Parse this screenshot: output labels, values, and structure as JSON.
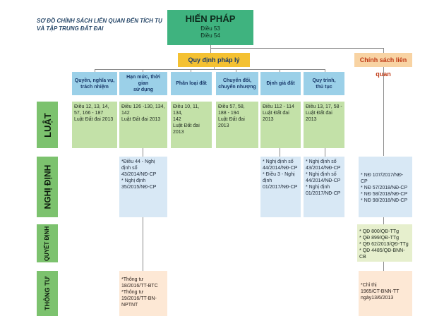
{
  "title": "SƠ ĐỒ CHÍNH SÁCH LIÊN QUAN ĐẾN TÍCH TỤ\nVÀ TẬP TRUNG ĐẤT ĐAI",
  "root": {
    "title": "HIẾN PHÁP",
    "lines": "Điều 53\nĐiều 54"
  },
  "level1": {
    "left": "Quy định pháp lý",
    "right": "Chính sách liên quan"
  },
  "categories": [
    "Quyền, nghĩa vụ,\ntrách nhiệm",
    "Hạn mức, thời gian\nsử dụng",
    "Phân loại đất",
    "Chuyển đổi,\nchuyển nhượng",
    "Định giá đất",
    "Quy trình,\nthủ tục"
  ],
  "rows": {
    "luat": "LUẬT",
    "nghi_dinh": "NGHỊ ĐỊNH",
    "quyet_dinh": "QUYẾT ĐỊNH",
    "thong_tu": "THÔNG TƯ"
  },
  "luat": [
    "Điều 12, 13, 14,\n57, 166 - 187\nLuật Đất đai 2013",
    "Điều 126 -130, 134,\n142\nLuật Đất đai 2013",
    "Điều 10, 11, 134,\n142\nLuật Đất đai 2013",
    "Điều 57, 58,\n188 - 194\nLuật Đất đai 2013",
    "Điều 112 - 114\nLuật Đất đai 2013",
    "Điều 13, 17, 58 -\nLuật Đất đai\n2013"
  ],
  "nghi_dinh": {
    "han_muc": "*Điều 44 - Nghị\nđịnh số\n43/2014/NĐ-CP\n* Nghị định\n35/2015/NĐ-CP",
    "dinh_gia": "* Nghị định số\n44/2014/NĐ-CP\n* Điều 3 - Nghị\nđịnh\n01/2017/NĐ-CP",
    "quy_trinh": "* Nghị định số\n43/2014/NĐ-CP\n* Nghị định số\n44/2014/NĐ-CP\n* Nghị định\n01/2017/NĐ-CP",
    "chinh_sach": "* NĐ 107/2017/NĐ-CP\n* NĐ 57/2018/NĐ-CP\n* NĐ 58/2018/NĐ-CP\n* NĐ 98/2018/NĐ-CP"
  },
  "quyet_dinh": {
    "chinh_sach": "* QĐ 800/QĐ-TTg\n* QĐ 899/QĐ-TTg\n* QĐ 62/2013/QĐ-TTg\n* QĐ 4485/QĐ-BNN-CB"
  },
  "thong_tu": {
    "han_muc": "*Thông tư\n18/2016/TT-BTC\n*Thông tư\n19/2016/TT-BN-\nNPTNT",
    "chinh_sach": "*Chỉ thị\n1965/CT-BNN-TT\nngày13/6/2013"
  },
  "colors": {
    "root": "#3fb37f",
    "legal": "#f4c132",
    "policy": "#f8d3a3",
    "category": "#9bd0e8",
    "band": "#7cc26e",
    "luat_box": "#c3e1a8",
    "nghi_dinh_box": "#d8e8f5",
    "quyet_dinh_box": "#e6efcd",
    "thong_tu_box": "#fde8d5"
  }
}
